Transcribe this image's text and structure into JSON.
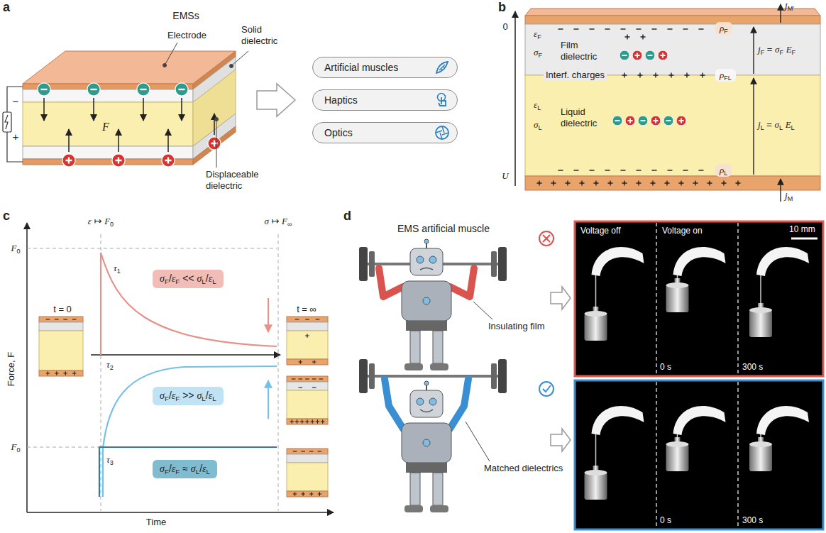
{
  "diagram": {
    "nodes": [
      {
        "text": [
          "Artificial muscles"
        ]
      },
      {
        "text": [
          "Haptics"
        ]
      },
      {
        "text": [
          "Optics"
        ]
      },
      {
        "text": [
          "ρF"
        ]
      },
      {
        "text": [
          "ρFL"
        ]
      },
      {
        "text": [
          "ρL"
        ]
      },
      {
        "text": [
          "σF/εF << σL/εL"
        ]
      },
      {
        "text": [
          "σF/εF >> σL/εL"
        ]
      },
      {
        "text": [
          "σF/εF ≈ σL/εL"
        ]
      }
    ],
    "labels": [
      "a",
      "EMSs",
      "Electrode",
      "Solid dielectric",
      "Displaceable dielectric",
      "F",
      "−",
      "+",
      "b",
      "0",
      "U",
      "εF",
      "σF",
      "Film dielectric",
      "Interf. charges",
      "εL",
      "σL",
      "Liquid dielectric",
      "jM′",
      "jF = σF EF",
      "jL = σL EL",
      "jM",
      "c",
      "ε ↦ F0",
      "σ ↦ F∞",
      "F0",
      "F0",
      "Force, F",
      "Time",
      "t = 0",
      "t = ∞",
      "τ1",
      "τ2",
      "τ3",
      "d",
      "EMS artificial muscle",
      "Insulating film",
      "Matched dielectrics",
      "Voltage off",
      "Voltage on",
      "10 mm",
      "0 s",
      "300 s",
      "0 s",
      "300 s"
    ]
  }
}
